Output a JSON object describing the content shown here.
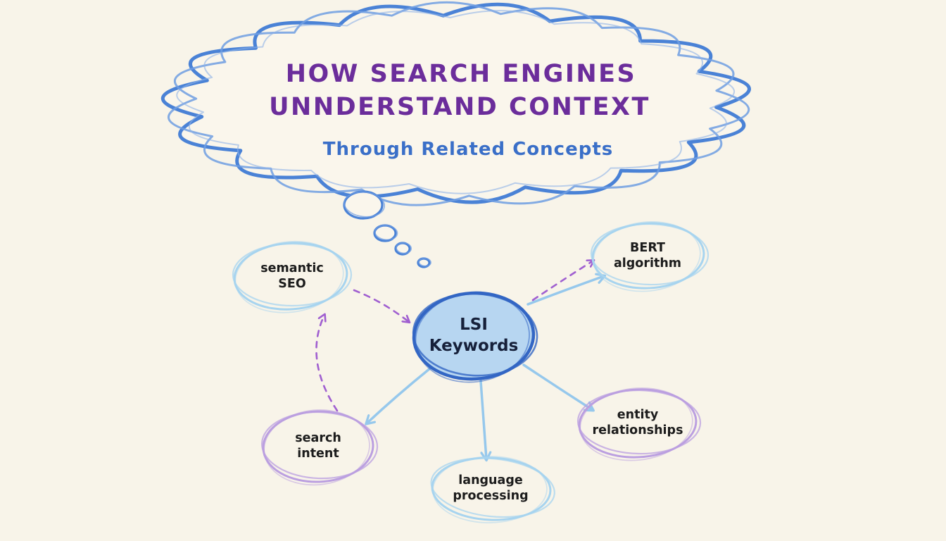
{
  "title": {
    "line1": "HOW SEARCH ENGINES",
    "line2": "UNNDERSTAND CONTEXT",
    "subtitle": "Through Related Concepts"
  },
  "center_node": {
    "label": "LSI\nKeywords"
  },
  "nodes": [
    {
      "id": "semantic-seo",
      "label": "semantic\nSEO",
      "outline": "blue"
    },
    {
      "id": "bert-algorithm",
      "label": "BERT\nalgorithm",
      "outline": "blue"
    },
    {
      "id": "search-intent",
      "label": "search\nintent",
      "outline": "purple"
    },
    {
      "id": "language-processing",
      "label": "language\nprocessing",
      "outline": "blue"
    },
    {
      "id": "entity-relationships",
      "label": "entity\nrelationships",
      "outline": "purple"
    }
  ],
  "colors": {
    "background": "#f8f4e9",
    "cloud_blue": "#4a82d6",
    "cloud_blue_light": "#6f9de2",
    "cloud_blue_faint": "#8db2e8",
    "title_purple": "#6b2d9b",
    "subtitle_blue": "#3a6fc8",
    "node_outline_blue": "#a7d4ef",
    "node_outline_purple": "#bb9fe0",
    "arrow_blue": "#96c8ec",
    "arrow_purple": "#a05fd0",
    "center_fill": "#b3d4f1",
    "center_stroke": "#3366c4",
    "label_text": "#1c1c1c",
    "center_text": "#16203a"
  }
}
